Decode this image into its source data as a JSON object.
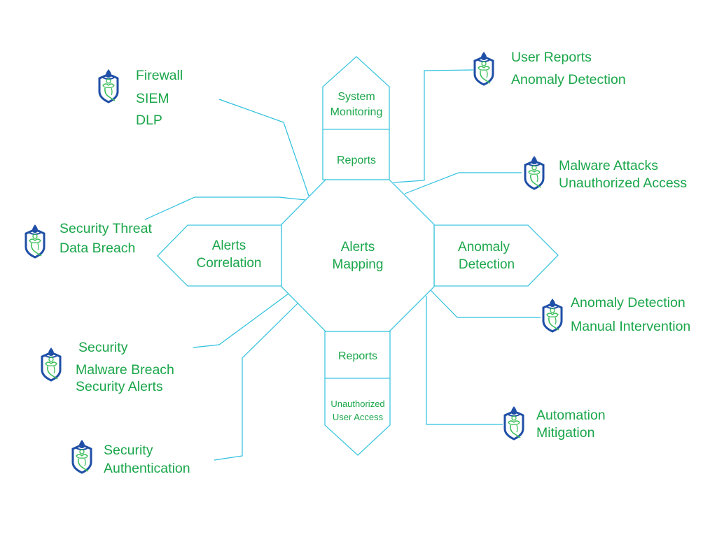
{
  "colors": {
    "text": "#1aa64a",
    "line": "#2cc0dd",
    "icon_blue": "#1f4fa6",
    "icon_green": "#3cbf5a"
  },
  "center": {
    "name": "alerts-mapping",
    "lines": [
      "Alerts",
      "Mapping"
    ]
  },
  "top_shape": {
    "upper": [
      "System",
      "Monitoring"
    ],
    "lower": [
      "Reports"
    ]
  },
  "bottom_shape": {
    "upper": [
      "Reports"
    ],
    "lower": [
      "Unauthorized",
      "User Access"
    ]
  },
  "left_shape": {
    "lines": [
      "Alerts",
      "Correlation"
    ]
  },
  "right_shape": {
    "lines": [
      "Anomaly",
      "Detection"
    ]
  },
  "nodes": [
    {
      "id": "firewall-siem-dlp",
      "icon": "shield-genie-icon",
      "lines": [
        "Firewall",
        "SIEM",
        "DLP"
      ]
    },
    {
      "id": "user-reports",
      "icon": "shield-genie-icon",
      "lines": [
        "User Reports",
        "Anomaly Detection"
      ]
    },
    {
      "id": "malware-attacks",
      "icon": "shield-genie-icon",
      "lines": [
        "Malware Attacks",
        "Unauthorized Access"
      ]
    },
    {
      "id": "security-threat",
      "icon": "shield-genie-icon",
      "lines": [
        "Security Threat",
        "Data Breach"
      ]
    },
    {
      "id": "anomaly-manual",
      "icon": "shield-genie-icon",
      "lines": [
        "Anomaly Detection",
        "Manual Intervention"
      ]
    },
    {
      "id": "security-malware",
      "icon": "shield-genie-icon",
      "lines": [
        "Security",
        "Malware Breach",
        "Security Alerts"
      ]
    },
    {
      "id": "automation-mitigation",
      "icon": "shield-genie-icon",
      "lines": [
        "Automation",
        "Mitigation"
      ]
    },
    {
      "id": "security-authentication",
      "icon": "shield-genie-icon",
      "lines": [
        "Security",
        "Authentication"
      ]
    }
  ]
}
